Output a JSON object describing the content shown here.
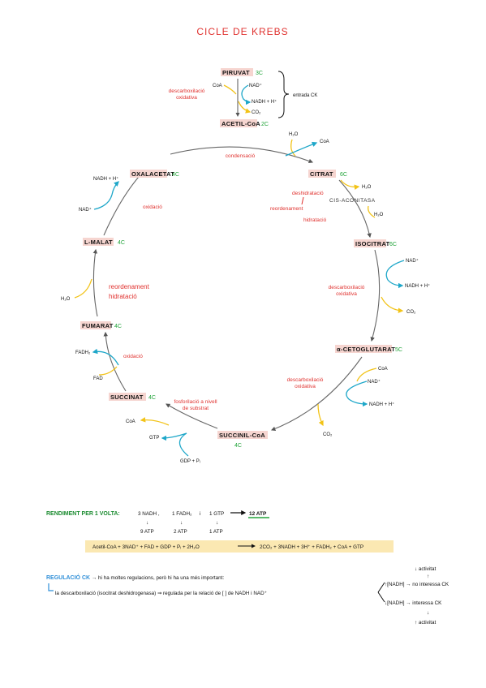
{
  "title": "CICLE DE KREBS",
  "entry": {
    "piruvat": "PIRUVAT",
    "piruvat_c": "3C",
    "coa": "CoA",
    "nad": "NAD⁺",
    "nadh": "NADH + H⁺",
    "co2": "CO₂",
    "descarb_1": "descarboxilació",
    "descarb_2": "oxidativa",
    "entrada": "entrada CK",
    "acetil": "ACETIL-CoA",
    "acetil_c": "2C"
  },
  "condensacio": {
    "h2o": "H₂O",
    "coa": "CoA",
    "label": "condensació"
  },
  "citrat": {
    "name": "CITRAT",
    "c": "6C",
    "h2o_out": "H₂O",
    "cis": "CIS-ACONITASA",
    "h2o_in": "H₂O",
    "desh": "deshidratació",
    "reord": "reordenament",
    "hidr": "hidratació"
  },
  "isocitrat": {
    "name": "ISOCITRAT",
    "c": "6C",
    "nad": "NAD⁺",
    "nadh": "NADH + H⁺",
    "descarb_1": "descarboxilació",
    "descarb_2": "oxidativa",
    "co2": "CO₂"
  },
  "aceto": {
    "name": "α-CETOGLUTARAT",
    "c": "5C",
    "coa": "CoA",
    "nad": "NAD⁺",
    "nadh": "NADH + H⁺",
    "descarb_1": "descarboxilació",
    "descarb_2": "oxidativa",
    "co2": "CO₂"
  },
  "succinil": {
    "name": "SUCCINIL-CoA",
    "c": "4C",
    "coa": "CoA",
    "gtp": "GTP",
    "gdp": "GDP + Pᵢ",
    "fosfo_1": "fosforilació a nivell",
    "fosfo_2": "de substrat"
  },
  "succinat": {
    "name": "SUCCINAT",
    "c": "4C",
    "fadh": "FADH₂",
    "fad": "FAD",
    "oxid": "oxidació"
  },
  "fumarat": {
    "name": "FUMARAT",
    "c": "4C",
    "h2o": "H₂O",
    "reord": "reordenament",
    "hidr": "hidratació"
  },
  "malat": {
    "name": "L-MALAT",
    "c": "4C",
    "nad": "NAD⁺",
    "nadh": "NADH + H⁺",
    "oxid": "oxidació"
  },
  "oxalacetat": {
    "name": "OXALACETAT",
    "c": "4C"
  },
  "rendiment": {
    "label": "RENDIMENT PER 1 VOLTA:",
    "nadh": "3 NADH ,",
    "fadh": "1 FADH₂",
    "i": "i",
    "gtp": "1 GTP",
    "total": "12 ATP",
    "arrow_down": "↓",
    "atp_1": "9 ATP",
    "atp_2": "2 ATP",
    "atp_3": "1 ATP",
    "equation_left": "Acetil-CoA + 3NAD⁺ + FAD + GDP + Pᵢ + 2H₂O",
    "equation_right": "2CO₂ + 3NADH + 3H⁺ + FADH₂ + CoA + GTP"
  },
  "regulacio": {
    "label": "REGULACIÓ CK",
    "text_1": "→ hi ha moltes regulacions, però hi ha una més important:",
    "text_2": "la descarboxilació (isocitrat deshidrogenasa) ⇒ regulada per la relació de [ ] de NADH i NAD⁺",
    "up_activity": "↓ activitat",
    "up_arrow": "↑",
    "up_line": "↑[NADH] → no interessa CK",
    "down_line": "↓[NADH] → interessa CK",
    "down_arrow": "↓",
    "down_activity": "↑ activitat"
  }
}
